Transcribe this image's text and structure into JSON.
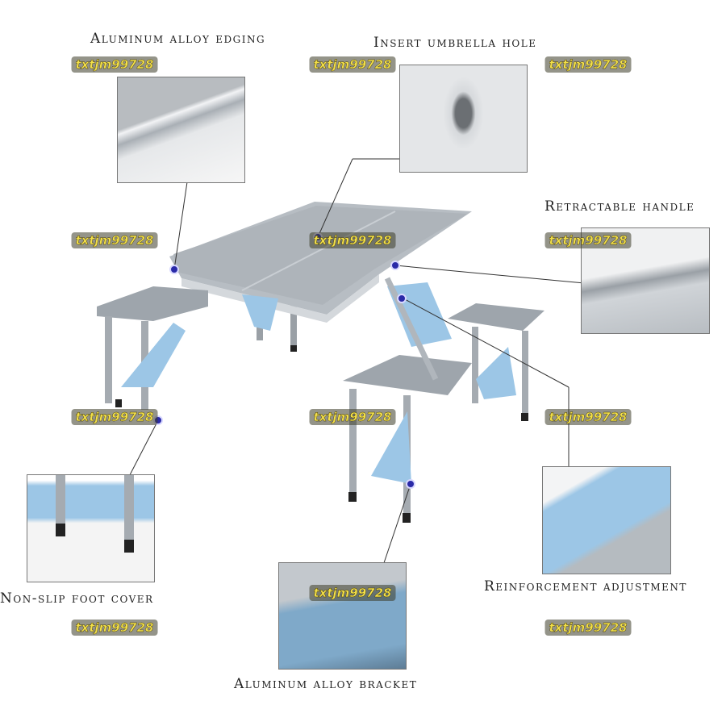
{
  "labels": {
    "edging": "Aluminum alloy edging",
    "umbrella": "Insert umbrella hole",
    "handle": "Retractable handle",
    "foot": "Non-slip foot cover",
    "reinforcement": "Reinforcement adjustment",
    "bracket": "Aluminum alloy bracket"
  },
  "watermark": "txtjm99728",
  "colors": {
    "aluminum": "#a9b0b7",
    "bracket": "#9cc6e6",
    "marker": "#2a2aa8"
  }
}
